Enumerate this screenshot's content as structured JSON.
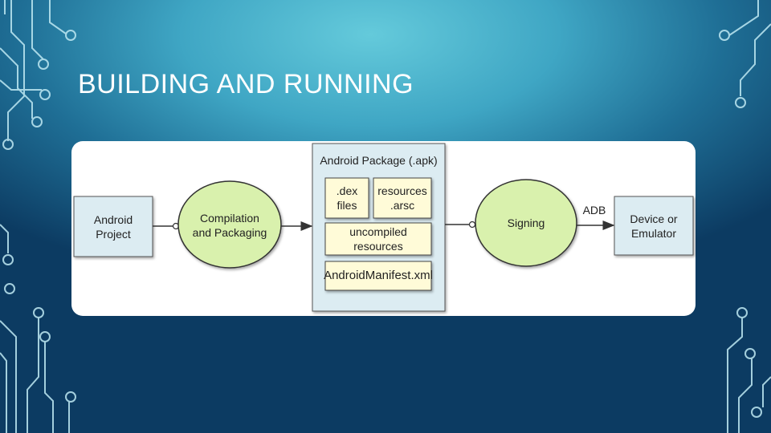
{
  "slide": {
    "title": "BUILDING AND RUNNING"
  },
  "diagram": {
    "project_box": "Android\nProject",
    "compile_node": "Compilation\nand Packaging",
    "apk_title": "Android Package (.apk)",
    "dex_box": ".dex\nfiles",
    "resources_box": "resources\n.arsc",
    "uncompiled_box": "uncompiled\nresources",
    "manifest_box": "AndroidManifest.xml",
    "signing_node": "Signing",
    "adb_label": "ADB",
    "device_box": "Device or\nEmulator"
  },
  "colors": {
    "node_fill": "#d9f1ad",
    "box_fill": "#dcecf2",
    "file_fill": "#fffbd8"
  }
}
